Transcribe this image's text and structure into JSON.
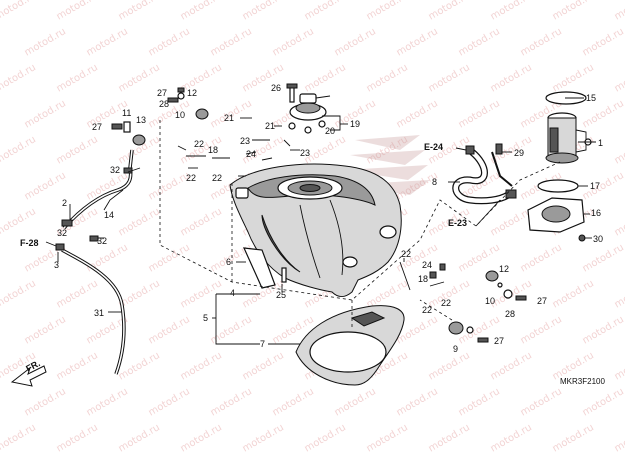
{
  "watermark": "motod.ru",
  "diagram_code": "MKR3F2100",
  "direction_label": "FR.",
  "refs": {
    "e24": "E-24",
    "e23": "E-23",
    "f28": "F-28"
  },
  "callouts": {
    "c1": "1",
    "c2": "2",
    "c3": "3",
    "c4": "4",
    "c5": "5",
    "c6": "6",
    "c7": "7",
    "c8": "8",
    "c9": "9",
    "c10a": "10",
    "c10b": "10",
    "c11": "11",
    "c12a": "12",
    "c12b": "12",
    "c13": "13",
    "c14": "14",
    "c15": "15",
    "c16": "16",
    "c17": "17",
    "c18a": "18",
    "c18b": "18",
    "c19": "19",
    "c20": "20",
    "c21a": "21",
    "c21b": "21",
    "c22a": "22",
    "c22b": "22",
    "c22c": "22",
    "c22d": "22",
    "c22e": "22",
    "c22f": "22",
    "c23a": "23",
    "c23b": "23",
    "c24a": "24",
    "c24b": "24",
    "c25": "25",
    "c26": "26",
    "c27a": "27",
    "c27b": "27",
    "c27c": "27",
    "c27d": "27",
    "c28a": "28",
    "c28b": "28",
    "c29": "29",
    "c30": "30",
    "c31": "31",
    "c32a": "32",
    "c32b": "32",
    "c32c": "32"
  }
}
